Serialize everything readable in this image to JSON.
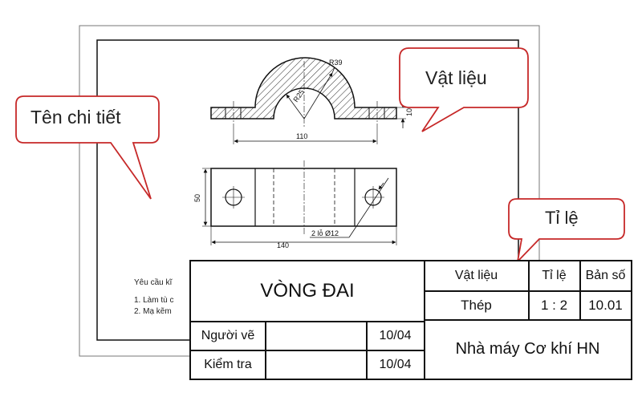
{
  "callouts": {
    "part_name": "Tên chi tiết",
    "material": "Vật liệu",
    "scale": "Tỉ lệ"
  },
  "dimensions": {
    "outer_radius": "R39",
    "inner_radius": "R25",
    "thickness": "10",
    "hole_spacing": "110",
    "width": "50",
    "length": "140",
    "holes": "2 lỗ Ø12"
  },
  "notes": {
    "heading": "Yêu cầu kĩ",
    "item1": "1. Làm tù c",
    "item2": "2. Mạ kẽm"
  },
  "title_block": {
    "part_name": "VÒNG ĐAI",
    "material_label": "Vật liệu",
    "scale_label": "Tỉ lệ",
    "drawing_no_label": "Bản số",
    "material_value": "Thép",
    "scale_value": "1 : 2",
    "drawing_no_value": "10.01",
    "drawn_by_label": "Người vẽ",
    "drawn_date": "10/04",
    "checked_by_label": "Kiểm tra",
    "checked_date": "10/04",
    "company": "Nhà máy Cơ khí HN"
  },
  "colors": {
    "callout_stroke": "#c62828",
    "line": "#111111",
    "sheet_border": "#555555"
  }
}
